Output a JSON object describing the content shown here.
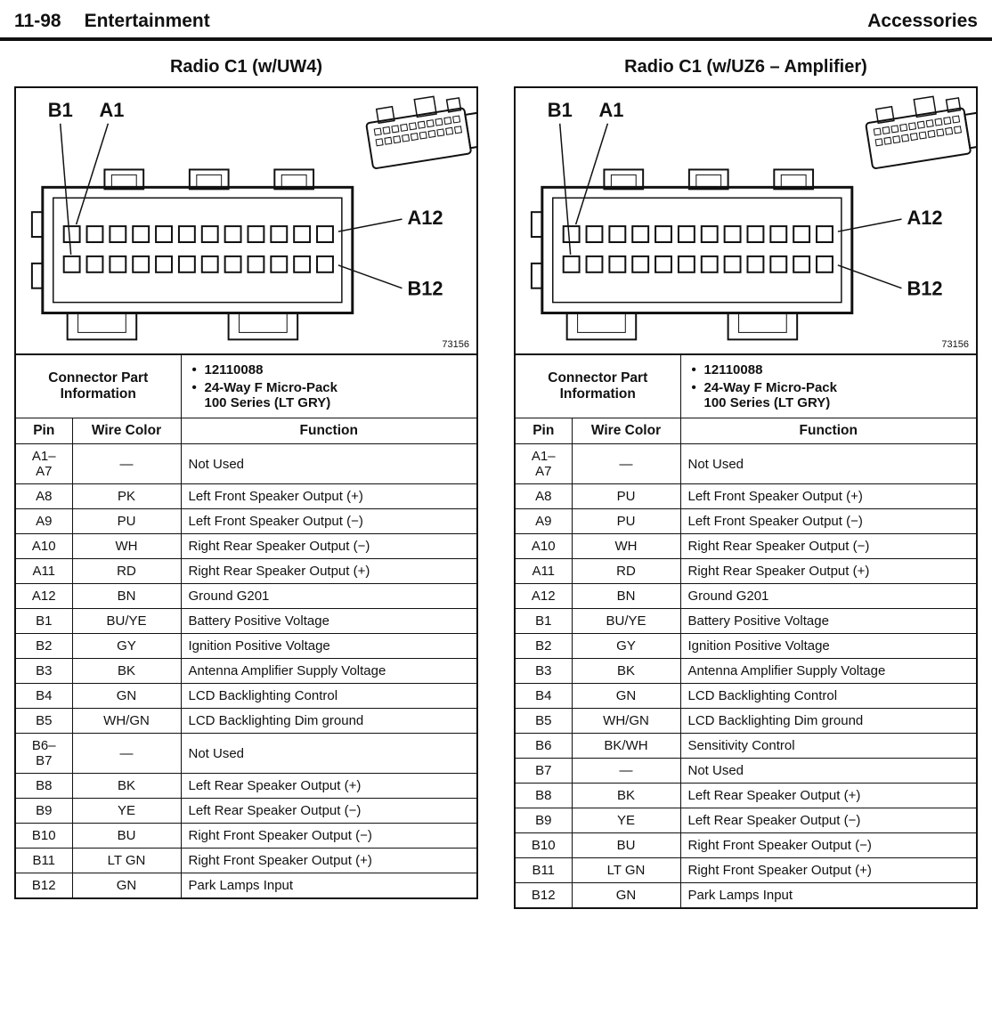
{
  "page": {
    "number": "11-98",
    "section": "Entertainment",
    "right_header": "Accessories"
  },
  "panels": [
    {
      "title": "Radio C1 (w/UW4)",
      "diagram": {
        "label_b1": "B1",
        "label_a1": "A1",
        "label_a12": "A12",
        "label_b12": "B12",
        "figure_number": "73156"
      },
      "connector_info": {
        "label": "Connector Part\nInformation",
        "bullets": [
          "12110088",
          "24-Way F Micro-Pack\n100 Series (LT GRY)"
        ]
      },
      "columns": [
        "Pin",
        "Wire Color",
        "Function"
      ],
      "rows": [
        {
          "pin": "A1–\nA7",
          "color": "—",
          "function": "Not Used"
        },
        {
          "pin": "A8",
          "color": "PK",
          "function": "Left Front Speaker Output (+)"
        },
        {
          "pin": "A9",
          "color": "PU",
          "function": "Left Front Speaker Output (−)"
        },
        {
          "pin": "A10",
          "color": "WH",
          "function": "Right Rear Speaker Output (−)"
        },
        {
          "pin": "A11",
          "color": "RD",
          "function": "Right Rear Speaker Output (+)"
        },
        {
          "pin": "A12",
          "color": "BN",
          "function": "Ground G201"
        },
        {
          "pin": "B1",
          "color": "BU/YE",
          "function": "Battery Positive Voltage"
        },
        {
          "pin": "B2",
          "color": "GY",
          "function": "Ignition Positive Voltage"
        },
        {
          "pin": "B3",
          "color": "BK",
          "function": "Antenna Amplifier Supply Voltage"
        },
        {
          "pin": "B4",
          "color": "GN",
          "function": "LCD Backlighting Control"
        },
        {
          "pin": "B5",
          "color": "WH/GN",
          "function": "LCD Backlighting Dim ground"
        },
        {
          "pin": "B6–\nB7",
          "color": "—",
          "function": "Not Used"
        },
        {
          "pin": "B8",
          "color": "BK",
          "function": "Left Rear Speaker Output (+)"
        },
        {
          "pin": "B9",
          "color": "YE",
          "function": "Left Rear Speaker Output (−)"
        },
        {
          "pin": "B10",
          "color": "BU",
          "function": "Right Front Speaker Output (−)"
        },
        {
          "pin": "B11",
          "color": "LT GN",
          "function": "Right Front Speaker Output (+)"
        },
        {
          "pin": "B12",
          "color": "GN",
          "function": "Park Lamps Input"
        }
      ]
    },
    {
      "title": "Radio C1 (w/UZ6 – Amplifier)",
      "diagram": {
        "label_b1": "B1",
        "label_a1": "A1",
        "label_a12": "A12",
        "label_b12": "B12",
        "figure_number": "73156"
      },
      "connector_info": {
        "label": "Connector Part\nInformation",
        "bullets": [
          "12110088",
          "24-Way F Micro-Pack\n100 Series (LT GRY)"
        ]
      },
      "columns": [
        "Pin",
        "Wire Color",
        "Function"
      ],
      "rows": [
        {
          "pin": "A1–\nA7",
          "color": "—",
          "function": "Not Used"
        },
        {
          "pin": "A8",
          "color": "PU",
          "function": "Left Front Speaker Output (+)"
        },
        {
          "pin": "A9",
          "color": "PU",
          "function": "Left Front Speaker Output (−)"
        },
        {
          "pin": "A10",
          "color": "WH",
          "function": "Right Rear Speaker Output (−)"
        },
        {
          "pin": "A11",
          "color": "RD",
          "function": "Right Rear Speaker Output (+)"
        },
        {
          "pin": "A12",
          "color": "BN",
          "function": "Ground G201"
        },
        {
          "pin": "B1",
          "color": "BU/YE",
          "function": "Battery Positive Voltage"
        },
        {
          "pin": "B2",
          "color": "GY",
          "function": "Ignition Positive Voltage"
        },
        {
          "pin": "B3",
          "color": "BK",
          "function": "Antenna Amplifier Supply Voltage"
        },
        {
          "pin": "B4",
          "color": "GN",
          "function": "LCD Backlighting Control"
        },
        {
          "pin": "B5",
          "color": "WH/GN",
          "function": "LCD Backlighting Dim ground"
        },
        {
          "pin": "B6",
          "color": "BK/WH",
          "function": "Sensitivity Control"
        },
        {
          "pin": "B7",
          "color": "—",
          "function": "Not Used"
        },
        {
          "pin": "B8",
          "color": "BK",
          "function": "Left Rear Speaker Output (+)"
        },
        {
          "pin": "B9",
          "color": "YE",
          "function": "Left Rear Speaker Output (−)"
        },
        {
          "pin": "B10",
          "color": "BU",
          "function": "Right Front Speaker Output (−)"
        },
        {
          "pin": "B11",
          "color": "LT GN",
          "function": "Right Front Speaker Output (+)"
        },
        {
          "pin": "B12",
          "color": "GN",
          "function": "Park Lamps Input"
        }
      ]
    }
  ]
}
